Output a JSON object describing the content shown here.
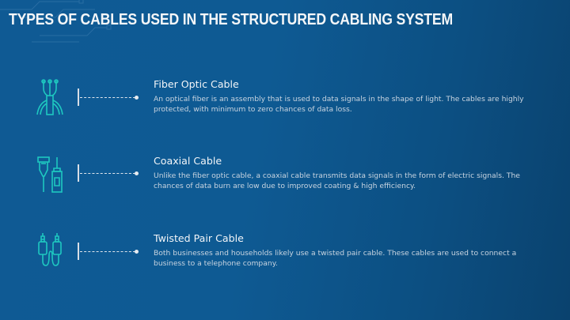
{
  "slide": {
    "title": "TYPES OF CABLES USED IN THE STRUCTURED CABLING SYSTEM",
    "colors": {
      "background_start": "#0f5a94",
      "background_end": "#0a426e",
      "icon_accent": "#1ec8c0",
      "title_text": "#f4f6f8",
      "body_text": "#c8d4e0"
    },
    "items": [
      {
        "icon": "fiber-optic-icon",
        "heading": "Fiber Optic Cable",
        "description": "An optical fiber is an assembly that is used to data signals in the shape of light. The cables are highly protected, with minimum to zero chances of data loss."
      },
      {
        "icon": "coaxial-cable-icon",
        "heading": "Coaxial Cable",
        "description": "Unlike the fiber optic cable, a coaxial cable transmits data signals in the form of electric signals. The chances of data burn are low due to improved coating & high efficiency."
      },
      {
        "icon": "twisted-pair-cable-icon",
        "heading": "Twisted Pair Cable",
        "description": "Both businesses and households likely use a twisted pair cable. These cables are used to connect a business to a telephone company."
      }
    ]
  }
}
